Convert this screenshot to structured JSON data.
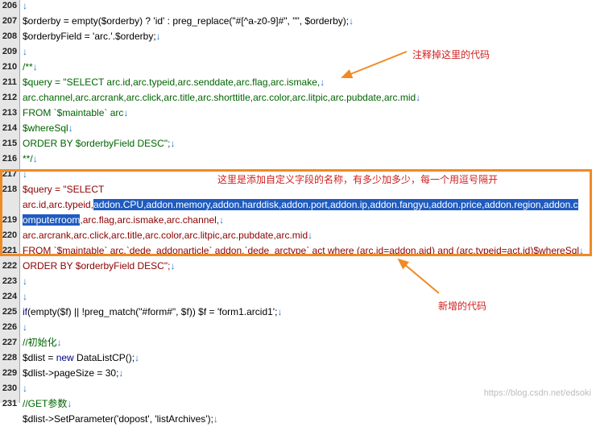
{
  "gutter": {
    "line_numbers": [
      "206",
      "207",
      "208",
      "209",
      "210",
      "211",
      "212",
      "213",
      "214",
      "215",
      "216",
      "217",
      "218",
      "",
      "219",
      "220",
      "221",
      "222",
      "223",
      "224",
      "225",
      "226",
      "227",
      "228",
      "229",
      "230",
      "231"
    ]
  },
  "lines": [
    {
      "parts": [
        {
          "t": "↓",
          "c": "arr"
        }
      ]
    },
    {
      "parts": [
        {
          "t": "$orderby = empty($orderby) ? 'id' : preg_replace(\"#[^a-z0-9]#\", \"\", $orderby);",
          "c": "plain"
        },
        {
          "t": "↓",
          "c": "arr"
        }
      ]
    },
    {
      "parts": [
        {
          "t": "$orderbyField = 'arc.'.$orderby;",
          "c": "plain"
        },
        {
          "t": "↓",
          "c": "arr"
        }
      ]
    },
    {
      "parts": [
        {
          "t": "↓",
          "c": "arr"
        }
      ]
    },
    {
      "parts": [
        {
          "t": "/**",
          "c": "cmt"
        },
        {
          "t": "↓",
          "c": "arr"
        }
      ]
    },
    {
      "parts": [
        {
          "t": "$query = \"SELECT arc.id,arc.typeid,arc.senddate,arc.flag,arc.ismake,",
          "c": "cmt"
        },
        {
          "t": "↓",
          "c": "arr"
        }
      ]
    },
    {
      "parts": [
        {
          "t": "arc.channel,arc.arcrank,arc.click,arc.title,arc.shorttitle,arc.color,arc.litpic,arc.pubdate,arc.mid",
          "c": "cmt"
        },
        {
          "t": "↓",
          "c": "arr"
        }
      ]
    },
    {
      "parts": [
        {
          "t": "FROM `$maintable` arc",
          "c": "cmt"
        },
        {
          "t": "↓",
          "c": "arr"
        }
      ]
    },
    {
      "parts": [
        {
          "t": "$whereSql",
          "c": "cmt"
        },
        {
          "t": "↓",
          "c": "arr"
        }
      ]
    },
    {
      "parts": [
        {
          "t": "ORDER BY $orderbyField DESC\";",
          "c": "cmt"
        },
        {
          "t": "↓",
          "c": "arr"
        }
      ]
    },
    {
      "parts": [
        {
          "t": "**/",
          "c": "cmt"
        },
        {
          "t": "↓",
          "c": "arr"
        }
      ]
    },
    {
      "parts": [
        {
          "t": "↓",
          "c": "arr"
        }
      ]
    },
    {
      "parts": [
        {
          "t": "$query = \"SELECT",
          "c": "str"
        }
      ]
    },
    {
      "parts": [
        {
          "t": "arc.id,arc.typeid,",
          "c": "str"
        },
        {
          "t": "addon.CPU,addon.memory,addon.harddisk,addon.port,addon.ip,addon.fangyu,addon.price,addon.region,addon.c",
          "c": "sel"
        }
      ]
    },
    {
      "parts": [
        {
          "t": "omputerroom",
          "c": "sel"
        },
        {
          "t": ",arc.flag,arc.ismake,arc.channel,",
          "c": "str"
        },
        {
          "t": "↓",
          "c": "arr"
        }
      ]
    },
    {
      "parts": [
        {
          "t": "arc.arcrank,arc.click,arc.title,arc.color,arc.litpic,arc.pubdate,arc.mid",
          "c": "str"
        },
        {
          "t": "↓",
          "c": "arr"
        }
      ]
    },
    {
      "parts": [
        {
          "t": "FROM `$maintable` arc,`dede_addonarticle` addon,`dede_arctype` act where (arc.id=addon.aid) and (arc.typeid=act.id)$whereSql",
          "c": "str"
        },
        {
          "t": "↓",
          "c": "arr"
        }
      ]
    },
    {
      "parts": [
        {
          "t": "ORDER BY $orderbyField DESC\";",
          "c": "str"
        },
        {
          "t": "↓",
          "c": "arr"
        }
      ]
    },
    {
      "parts": [
        {
          "t": "↓",
          "c": "arr"
        }
      ]
    },
    {
      "parts": [
        {
          "t": "↓",
          "c": "arr"
        }
      ]
    },
    {
      "parts": [
        {
          "t": "if",
          "c": "kw"
        },
        {
          "t": "(empty($f) || !preg_match(\"#form#\", $f)) $f = 'form1.arcid1';",
          "c": "plain"
        },
        {
          "t": "↓",
          "c": "arr"
        }
      ]
    },
    {
      "parts": [
        {
          "t": "↓",
          "c": "arr"
        }
      ]
    },
    {
      "parts": [
        {
          "t": "//初始化",
          "c": "cmt"
        },
        {
          "t": "↓",
          "c": "arr"
        }
      ]
    },
    {
      "parts": [
        {
          "t": "$dlist = ",
          "c": "plain"
        },
        {
          "t": "new",
          "c": "kw"
        },
        {
          "t": " DataListCP();",
          "c": "plain"
        },
        {
          "t": "↓",
          "c": "arr"
        }
      ]
    },
    {
      "parts": [
        {
          "t": "$dlist->pageSize = 30;",
          "c": "plain"
        },
        {
          "t": "↓",
          "c": "arr"
        }
      ]
    },
    {
      "parts": [
        {
          "t": "↓",
          "c": "arr"
        }
      ]
    },
    {
      "parts": [
        {
          "t": "//GET参数",
          "c": "cmt"
        },
        {
          "t": "↓",
          "c": "arr"
        }
      ]
    },
    {
      "parts": [
        {
          "t": "$dlist->SetParameter('dopost', 'listArchives');",
          "c": "plain"
        },
        {
          "t": "↓",
          "c": "arr"
        }
      ]
    }
  ],
  "annotations": {
    "comment_out": "注释掉这里的代码",
    "custom_fields": "这里是添加自定义字段的名称，有多少加多少，每一个用逗号隔开",
    "new_code": "新增的代码"
  },
  "watermark": "https://blog.csdn.net/edsoki",
  "colors": {
    "highlight_box": "#f08a24",
    "selection": "#1f5bbf",
    "annotation_text": "#d02020"
  }
}
